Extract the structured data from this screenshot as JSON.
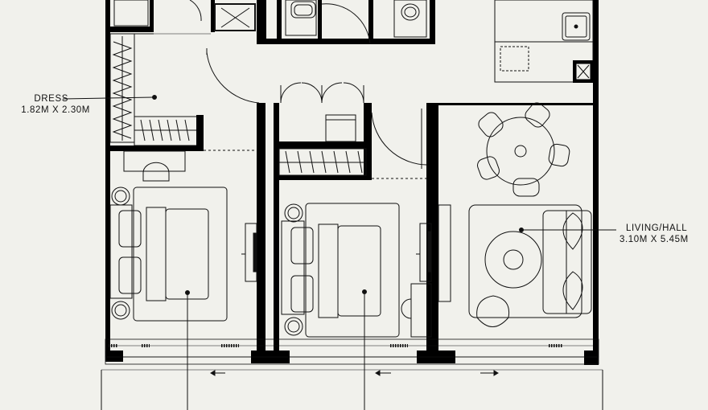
{
  "rooms": {
    "dress": {
      "name": "DRESS",
      "size": "1.82M X 2.30M"
    },
    "living_hall": {
      "name": "LIVING/HALL",
      "size": "3.10M X 5.45M"
    }
  },
  "colors": {
    "background": "#f1f1ec",
    "wall": "#000000",
    "line": "#111111",
    "furniture_fill": "#f1f1ec"
  }
}
